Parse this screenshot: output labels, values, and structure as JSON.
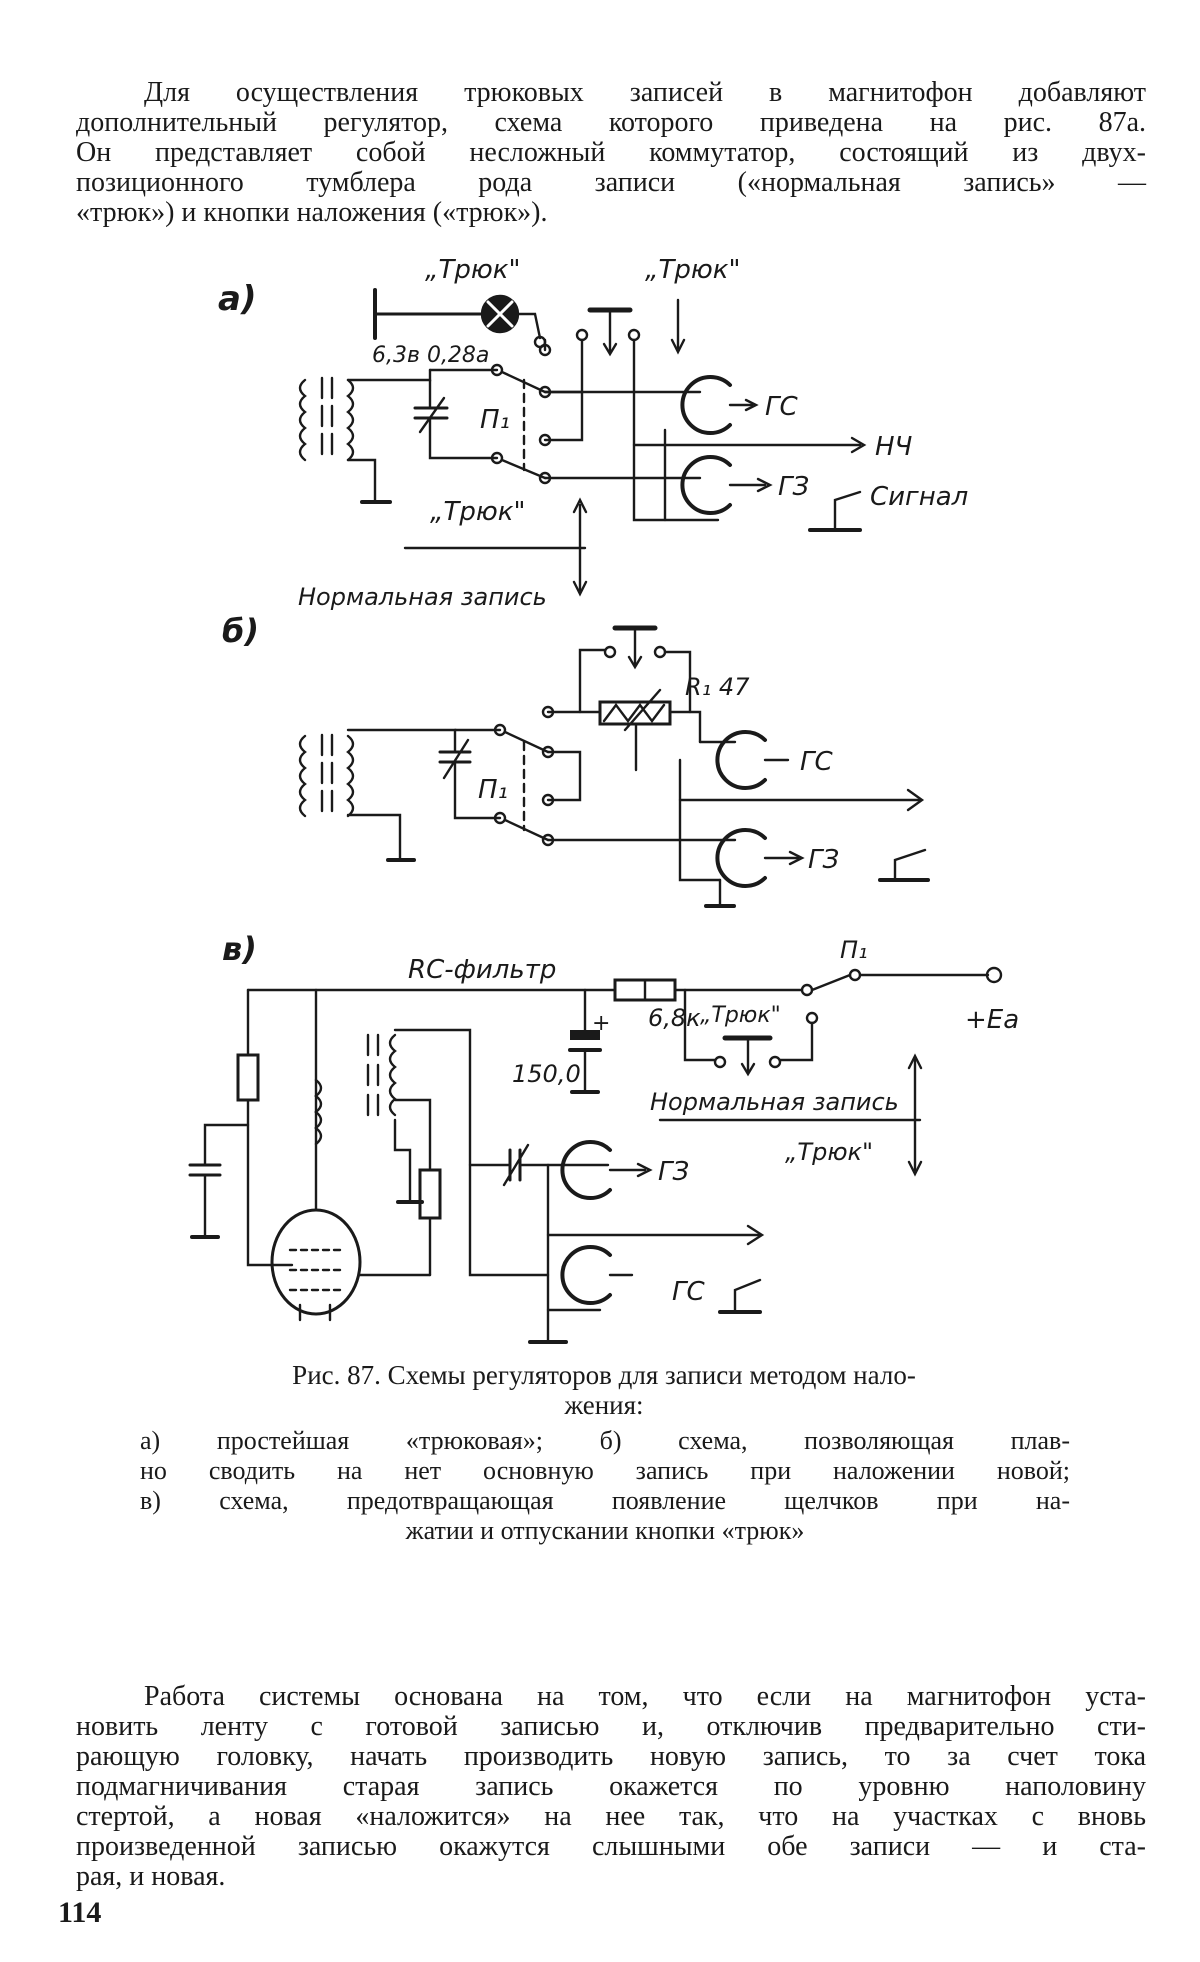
{
  "paragraph_1": [
    "Для осуществления трюковых записей в магнитофон добавляют",
    "дополнительный регулятор, схема которого приведена на рис. 87а.",
    "Он представляет собой несложный коммутатор, состоящий из двух-",
    "позиционного тумблера рода записи («нормальная запись» —",
    "«трюк») и кнопки наложения («трюк»)."
  ],
  "figure": {
    "a": {
      "letter": "а)",
      "trick_lamp": "„Трюк\"",
      "trick_button": "„Трюк\"",
      "lamp_rating": "6,3в 0,28а",
      "switch": "П₁",
      "playback_head": "ГС",
      "lf_out": "НЧ",
      "record_head": "ГЗ",
      "signal": "Сигнал",
      "trick_position": "„Трюк\"",
      "normal_position": "Нормальная запись"
    },
    "b": {
      "letter": "б)",
      "resistor": "R₁ 47",
      "switch": "П₁",
      "playback_head": "ГС",
      "record_head": "ГЗ"
    },
    "c": {
      "letter": "в)",
      "rc_filter": "RC-фильтр",
      "resistor": "6,8к",
      "capacitor": "150,0",
      "plus": "+",
      "switch": "П₁",
      "trick_contact": "„Трюк\"",
      "supply": "+Eа",
      "normal_position": "Нормальная запись",
      "trick_position": "„Трюк\"",
      "record_head": "ГЗ",
      "playback_head": "ГС"
    }
  },
  "caption": {
    "title_lines": [
      "Рис. 87. Схемы регуляторов для записи методом нало-",
      "жения:"
    ],
    "body_lines": [
      "а) простейшая «трюковая»; б) схема, позволяющая плав-",
      "но сводить на нет основную запись при наложении новой;",
      "в) схема, предотвращающая появление щелчков при на-",
      "жатии и отпускании кнопки «трюк»"
    ]
  },
  "paragraph_2": [
    "Работа системы основана на том, что если на магнитофон уста-",
    "новить ленту с готовой записью и, отключив предварительно сти-",
    "рающую головку, начать производить новую запись, то за счет тока",
    "подмагничивания старая запись окажется по уровню наполовину",
    "стертой, а новая «наложится» на нее так, что на участках с вновь",
    "произведенной записью окажутся слышными обе записи — и ста-",
    "рая, и новая."
  ],
  "page_number": "114"
}
